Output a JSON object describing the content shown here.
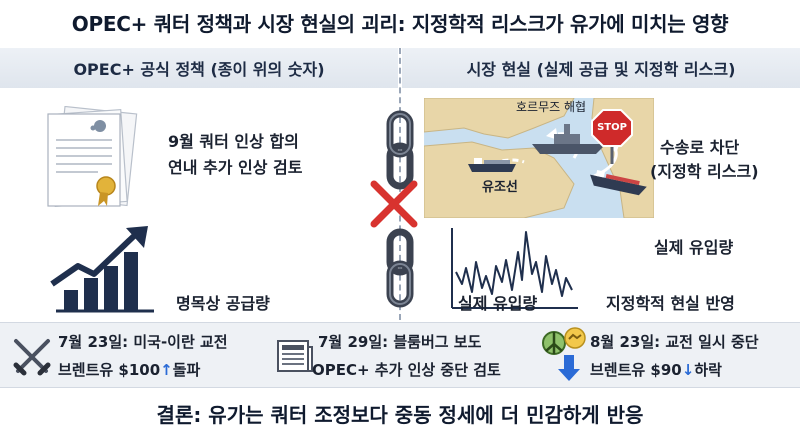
{
  "title": "OPEC+ 쿼터 정책과 시장 현실의 괴리: 지정학적 리스크가 유가에 미치는 영향",
  "left_header": "OPEC+ 공식 정책 (종이 위의 숫자)",
  "right_header": "시장 현실 (실제 공급 및 지정학 리스크)",
  "left_panel": {
    "document_text_line1": "9월 쿼터 인상 합의",
    "document_text_line2": "연내 추가 인상 검토",
    "chart_label": "명목상 공급량"
  },
  "right_panel": {
    "map_label_strait": "호르무즈 해협",
    "map_label_tanker": "유조선",
    "stop_sign": "STOP",
    "route_label_line1": "수송로 차단",
    "route_label_line2": "(지정학 리스크)",
    "inflow_label": "실제 유입량",
    "chart_caption": "실제 유입량",
    "reality_label": "지정학적 현실 반영"
  },
  "events": [
    {
      "icon": "crossed-swords-icon",
      "line1": "7월 23일: 미국-이란 교전",
      "line2_prefix": "브렌트유 $100",
      "arrow": "↑",
      "line2_suffix": "돌파"
    },
    {
      "icon": "newspaper-icon",
      "line1": "7월 29일: 블룸버그 보도",
      "line2_prefix": "OPEC+ 추가 인상 중단 검토",
      "arrow": "",
      "line2_suffix": ""
    },
    {
      "icon": "peace-icon",
      "line1": "8월 23일: 교전 일시 중단",
      "line2_prefix": "브렌트유 $90",
      "arrow": "↓",
      "line2_suffix": "하락"
    }
  ],
  "conclusion": "결론: 유가는 쿼터 조정보다 중동 정세에 더 민감하게 반응",
  "colors": {
    "header_bg": "#e4e9f0",
    "events_bg": "#eef1f5",
    "arrow_blue": "#2b6bd6",
    "cross_red": "#d8332f",
    "chart_navy": "#1f2f4d",
    "land_tan": "#e8d6a8",
    "sea_blue": "#c9dff0",
    "stop_red": "#cf2a2a"
  }
}
